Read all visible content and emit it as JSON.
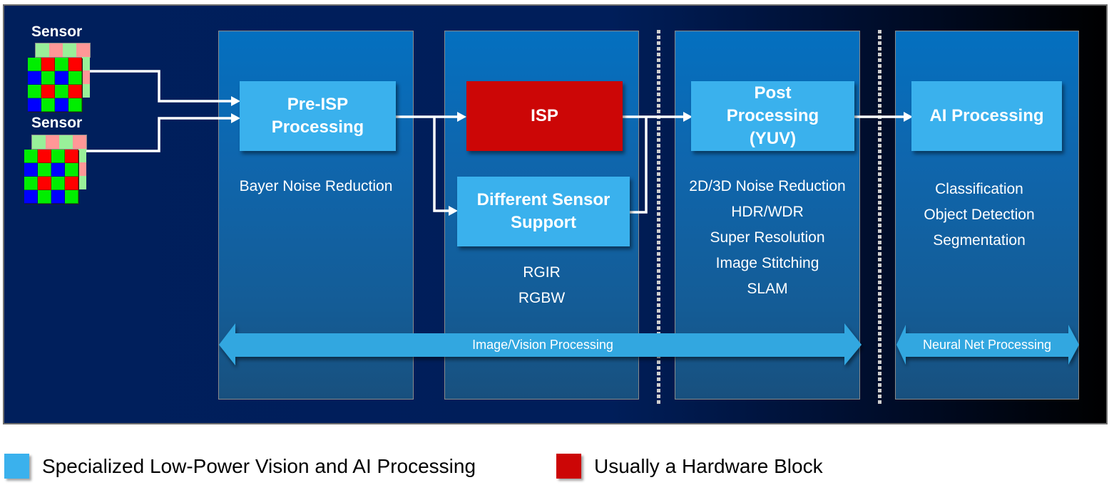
{
  "colors": {
    "specialized": "#3ab1ed",
    "hardware": "#cc0606",
    "band": "#31a7e0",
    "bayer_green": "#00ee00",
    "bayer_red": "#ff0000",
    "bayer_blue": "#0000ff",
    "bayer_green_light": "#99f099",
    "bayer_red_light": "#ff9797"
  },
  "sensors": [
    {
      "label": "Sensor"
    },
    {
      "label": "Sensor"
    }
  ],
  "stages": {
    "pre_isp": {
      "title": "Pre-ISP\nProcessing",
      "items": [
        "Bayer Noise Reduction"
      ]
    },
    "isp": {
      "title": "ISP"
    },
    "sensor_support": {
      "title": "Different Sensor\nSupport",
      "items": [
        "RGIR",
        "RGBW"
      ]
    },
    "post": {
      "title": "Post\nProcessing\n(YUV)",
      "items": [
        "2D/3D Noise Reduction",
        "HDR/WDR",
        "Super Resolution",
        "Image Stitching",
        "SLAM"
      ]
    },
    "ai": {
      "title": "AI Processing",
      "items": [
        "Classification",
        "Object Detection",
        "Segmentation"
      ]
    }
  },
  "bands": {
    "image_vision": "Image/Vision Processing",
    "neural_net": "Neural Net Processing"
  },
  "legend": [
    {
      "label": "Specialized Low-Power Vision and AI Processing",
      "color": "#3ab1ed"
    },
    {
      "label": "Usually a Hardware Block",
      "color": "#cc0606"
    }
  ]
}
